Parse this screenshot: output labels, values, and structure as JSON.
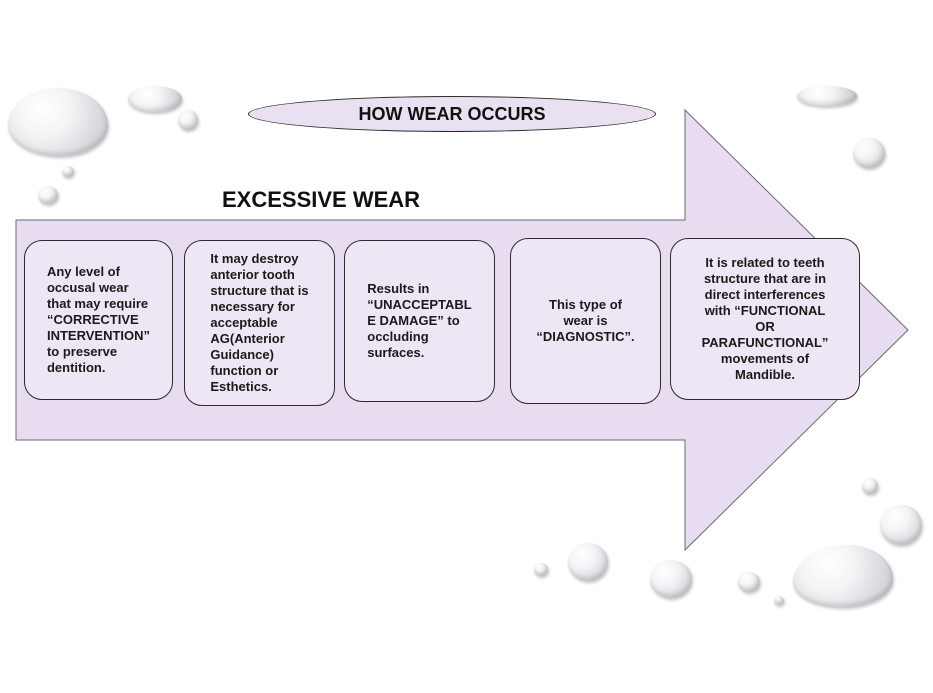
{
  "title": "HOW WEAR OCCURS",
  "subtitle": "EXCESSIVE WEAR",
  "colors": {
    "arrow_fill": "#e8dcf1",
    "box_fill": "#eee6f4",
    "outline": "#2b2b2b"
  },
  "boxes": [
    {
      "text": "Any level of\noccusal wear\nthat may require\n“CORRECTIVE\nINTERVENTION”\nto preserve\ndentition."
    },
    {
      "text": "It may destroy\nanterior tooth\nstructure that is\nnecessary for\nacceptable\nAG(Anterior\nGuidance)\nfunction or\nEsthetics."
    },
    {
      "text": "Results in\n“UNACCEPTABL\nE DAMAGE” to\noccluding\nsurfaces."
    },
    {
      "text": "This type of\nwear is\n“DIAGNOSTIC”."
    },
    {
      "text": "It is related to teeth\nstructure that are in\ndirect interferences\nwith “FUNCTIONAL\nOR\nPARAFUNCTIONAL”\nmovements of\nMandible."
    }
  ]
}
